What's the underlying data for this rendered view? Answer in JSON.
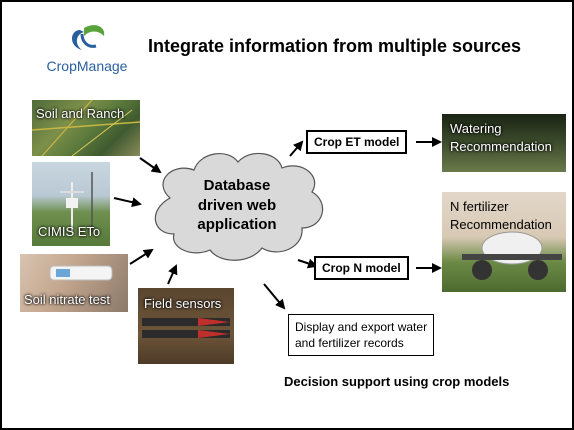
{
  "logo": {
    "name": "CropManage"
  },
  "title": "Integrate information from multiple sources",
  "sources": {
    "soil_ranch": "Soil and Ranch",
    "cimis": "CIMIS ETo",
    "soil_nitrate": "Soil nitrate test",
    "field_sensors": "Field sensors"
  },
  "database": {
    "line1": "Database",
    "line2": "driven web",
    "line3": "application"
  },
  "models": {
    "et": "Crop ET model",
    "n": "Crop N model"
  },
  "outputs": {
    "watering_line1": "Watering",
    "watering_line2": "Recommendation",
    "nfert_line1": "N fertilizer",
    "nfert_line2": "Recommendation"
  },
  "records": {
    "line1": "Display and export water",
    "line2": "and fertilizer records"
  },
  "footer": "Decision support using crop models",
  "colors": {
    "logo_blue": "#2a5f9e",
    "logo_green": "#5aa33a",
    "cloud_fill": "#d9d9d9"
  }
}
